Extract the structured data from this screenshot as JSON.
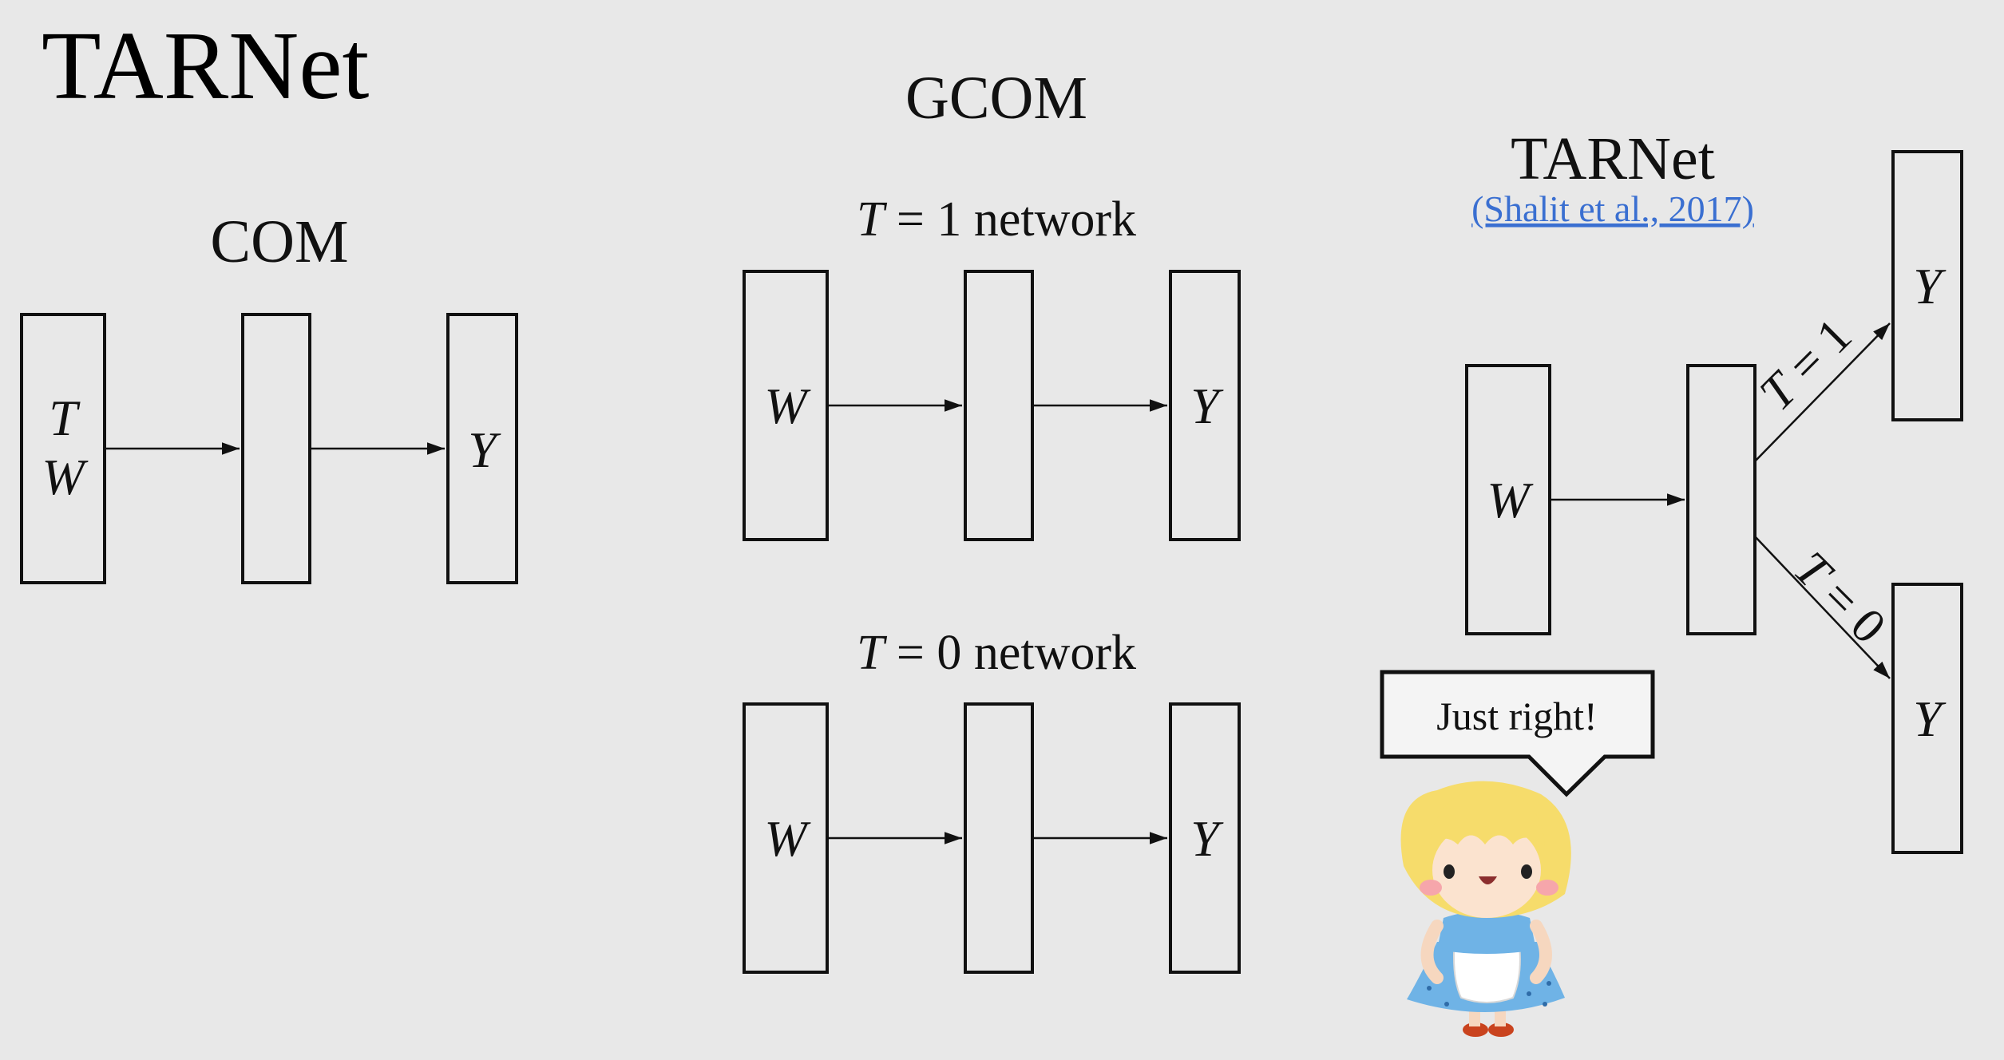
{
  "slide": {
    "title": "TARNet",
    "background": "#e8e8e8"
  },
  "com": {
    "heading": "COM",
    "input_label_t": "T",
    "input_label_w": "W",
    "output_label": "Y"
  },
  "gcom": {
    "heading": "GCOM",
    "t1_subtitle": "T = 1 network",
    "t0_subtitle": "T = 0 network",
    "input_label": "W",
    "output_label": "Y"
  },
  "tarnet": {
    "heading": "TARNet",
    "citation": "(Shalit et al., 2017)",
    "citation_color": "#3a6fd1",
    "input_label": "W",
    "branch_top_label": "T = 1",
    "branch_bottom_label": "T = 0",
    "output_top": "Y",
    "output_bottom": "Y"
  },
  "character": {
    "speech": "Just right!",
    "hair_color": "#f6dc6b",
    "dress_color": "#6fb3e6"
  }
}
